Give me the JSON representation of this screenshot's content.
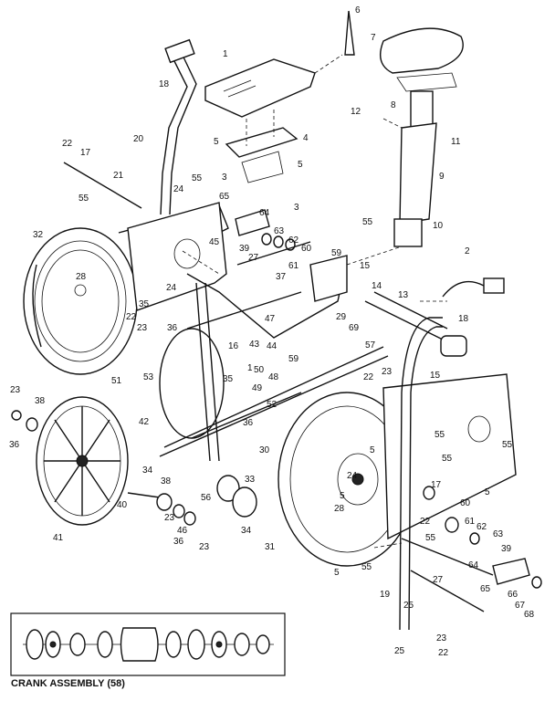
{
  "diagram": {
    "caption": "CRANK ASSEMBLY (58)",
    "labels": [
      {
        "id": "l6",
        "text": "6"
      },
      {
        "id": "l7",
        "text": "7"
      },
      {
        "id": "l1",
        "text": "1"
      },
      {
        "id": "l18",
        "text": "18"
      },
      {
        "id": "l8",
        "text": "8"
      },
      {
        "id": "l12",
        "text": "12"
      },
      {
        "id": "l11",
        "text": "11"
      },
      {
        "id": "l5a",
        "text": "5"
      },
      {
        "id": "l4",
        "text": "4"
      },
      {
        "id": "l5b",
        "text": "5"
      },
      {
        "id": "l20",
        "text": "20"
      },
      {
        "id": "l22a",
        "text": "22"
      },
      {
        "id": "l17a",
        "text": "17"
      },
      {
        "id": "l3a",
        "text": "3"
      },
      {
        "id": "l3b",
        "text": "3"
      },
      {
        "id": "l9",
        "text": "9"
      },
      {
        "id": "l21",
        "text": "21"
      },
      {
        "id": "l55a",
        "text": "55"
      },
      {
        "id": "l24a",
        "text": "24"
      },
      {
        "id": "l55b",
        "text": "55"
      },
      {
        "id": "l65a",
        "text": "65"
      },
      {
        "id": "l64a",
        "text": "64"
      },
      {
        "id": "l55c",
        "text": "55"
      },
      {
        "id": "l10",
        "text": "10"
      },
      {
        "id": "l32",
        "text": "32"
      },
      {
        "id": "l63a",
        "text": "63"
      },
      {
        "id": "l62a",
        "text": "62"
      },
      {
        "id": "l45",
        "text": "45"
      },
      {
        "id": "l39a",
        "text": "39"
      },
      {
        "id": "l27a",
        "text": "27"
      },
      {
        "id": "l60a",
        "text": "60"
      },
      {
        "id": "l59",
        "text": "59"
      },
      {
        "id": "l2",
        "text": "2"
      },
      {
        "id": "l61a",
        "text": "61"
      },
      {
        "id": "l28a",
        "text": "28"
      },
      {
        "id": "l37",
        "text": "37"
      },
      {
        "id": "l15a",
        "text": "15"
      },
      {
        "id": "l24b",
        "text": "24"
      },
      {
        "id": "l14",
        "text": "14"
      },
      {
        "id": "l13",
        "text": "13"
      },
      {
        "id": "l35a",
        "text": "35"
      },
      {
        "id": "l29",
        "text": "29"
      },
      {
        "id": "l47",
        "text": "47"
      },
      {
        "id": "l22b",
        "text": "22"
      },
      {
        "id": "l36a",
        "text": "36"
      },
      {
        "id": "l18b",
        "text": "18"
      },
      {
        "id": "l23a",
        "text": "23"
      },
      {
        "id": "l69",
        "text": "69"
      },
      {
        "id": "l16",
        "text": "16"
      },
      {
        "id": "l43",
        "text": "43"
      },
      {
        "id": "l44",
        "text": "44"
      },
      {
        "id": "l57",
        "text": "57"
      },
      {
        "id": "l1b",
        "text": "1"
      },
      {
        "id": "l50",
        "text": "50"
      },
      {
        "id": "l59b",
        "text": "59"
      },
      {
        "id": "l51",
        "text": "51"
      },
      {
        "id": "l53",
        "text": "53"
      },
      {
        "id": "l48",
        "text": "48"
      },
      {
        "id": "l22c",
        "text": "22"
      },
      {
        "id": "l23b",
        "text": "23"
      },
      {
        "id": "l15b",
        "text": "15"
      },
      {
        "id": "l35b",
        "text": "35"
      },
      {
        "id": "l49",
        "text": "49"
      },
      {
        "id": "l23c",
        "text": "23"
      },
      {
        "id": "l38a",
        "text": "38"
      },
      {
        "id": "l52",
        "text": "52"
      },
      {
        "id": "l36b",
        "text": "36"
      },
      {
        "id": "l42",
        "text": "42"
      },
      {
        "id": "l36c",
        "text": "36"
      },
      {
        "id": "l55d",
        "text": "55"
      },
      {
        "id": "l30",
        "text": "30"
      },
      {
        "id": "l55e",
        "text": "55"
      },
      {
        "id": "l5c",
        "text": "5"
      },
      {
        "id": "l55f",
        "text": "55"
      },
      {
        "id": "l34a",
        "text": "34"
      },
      {
        "id": "l33",
        "text": "33"
      },
      {
        "id": "l24c",
        "text": "24"
      },
      {
        "id": "l38b",
        "text": "38"
      },
      {
        "id": "l17b",
        "text": "17"
      },
      {
        "id": "l5d",
        "text": "5"
      },
      {
        "id": "l56",
        "text": "56"
      },
      {
        "id": "l40",
        "text": "40"
      },
      {
        "id": "l28b",
        "text": "28"
      },
      {
        "id": "l22d",
        "text": "22"
      },
      {
        "id": "l60b",
        "text": "60"
      },
      {
        "id": "l23d",
        "text": "23"
      },
      {
        "id": "l5e",
        "text": "5"
      },
      {
        "id": "l61b",
        "text": "61"
      },
      {
        "id": "l62b",
        "text": "62"
      },
      {
        "id": "l63b",
        "text": "63"
      },
      {
        "id": "l46",
        "text": "46"
      },
      {
        "id": "l34b",
        "text": "34"
      },
      {
        "id": "l41",
        "text": "41"
      },
      {
        "id": "l36d",
        "text": "36"
      },
      {
        "id": "l23e",
        "text": "23"
      },
      {
        "id": "l55g",
        "text": "55"
      },
      {
        "id": "l39b",
        "text": "39"
      },
      {
        "id": "l31",
        "text": "31"
      },
      {
        "id": "l64b",
        "text": "64"
      },
      {
        "id": "l5f",
        "text": "5"
      },
      {
        "id": "l55h",
        "text": "55"
      },
      {
        "id": "l27b",
        "text": "27"
      },
      {
        "id": "l65b",
        "text": "65"
      },
      {
        "id": "l66",
        "text": "66"
      },
      {
        "id": "l19",
        "text": "19"
      },
      {
        "id": "l67",
        "text": "67"
      },
      {
        "id": "l68",
        "text": "68"
      },
      {
        "id": "l25a",
        "text": "25"
      },
      {
        "id": "l23f",
        "text": "23"
      },
      {
        "id": "l25b",
        "text": "25"
      },
      {
        "id": "l22e",
        "text": "22"
      }
    ]
  }
}
